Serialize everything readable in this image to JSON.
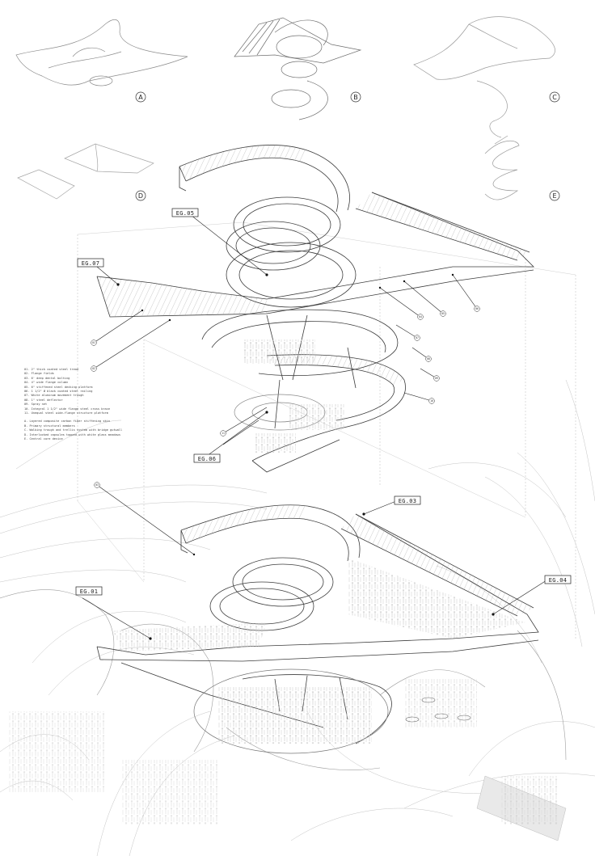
{
  "views": [
    {
      "id": "view-a",
      "label": "A"
    },
    {
      "id": "view-b",
      "label": "B"
    },
    {
      "id": "view-c",
      "label": "C"
    },
    {
      "id": "view-d",
      "label": "D"
    },
    {
      "id": "view-e",
      "label": "E"
    }
  ],
  "callouts": {
    "eg05": "EG.05",
    "eg07": "EG.07",
    "eg06": "EG.06",
    "eg03": "EG.03",
    "eg04": "EG.04",
    "eg01": "EG.01"
  },
  "leader_numbers": [
    "01",
    "02",
    "03",
    "04",
    "05",
    "06",
    "07",
    "08",
    "09",
    "10",
    "11"
  ],
  "key": {
    "numbered": [
      {
        "n": "01.",
        "text": "2\" thick coated steel tread"
      },
      {
        "n": "02.",
        "text": "Flange fields"
      },
      {
        "n": "03.",
        "text": "6' deep dental bolting"
      },
      {
        "n": "04.",
        "text": "4\" wide flange column"
      },
      {
        "n": "05.",
        "text": "6\" stiffened steel decking platform"
      },
      {
        "n": "06.",
        "text": "1 1/2\" Ø black coated steel railing"
      },
      {
        "n": "07.",
        "text": "White aluminum movement trough"
      },
      {
        "n": "08.",
        "text": "1\" steel deflector"
      },
      {
        "n": "09.",
        "text": "Spray net"
      },
      {
        "n": "10.",
        "text": "Integral 1 1/2\" wide flange steel cross brace"
      },
      {
        "n": "11.",
        "text": "Unequal steel wide-flange structure platform"
      }
    ],
    "lettered": [
      {
        "n": "A.",
        "text": "Layered composite carbon fiber stiffening skin"
      },
      {
        "n": "B.",
        "text": "Primary structural members"
      },
      {
        "n": "C.",
        "text": "Walking trough and trellis system with bridge gutwall"
      },
      {
        "n": "D.",
        "text": "Interlocked capsules topped with white glass meadows"
      },
      {
        "n": "E.",
        "text": "Central core device"
      }
    ]
  }
}
